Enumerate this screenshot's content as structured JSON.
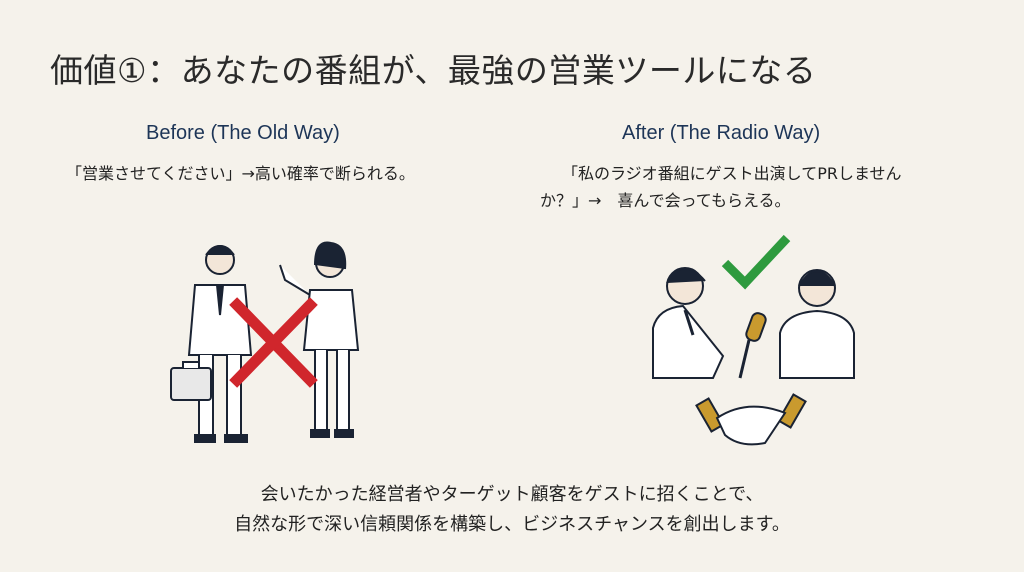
{
  "title": "価値①：あなたの番組が、最強の営業ツールになる",
  "before": {
    "heading": "Before (The Old Way)",
    "text": "「営業させてください」→高い確率で断られる。"
  },
  "after": {
    "heading": "After (The Radio Way)",
    "text_line1": "「私のラジオ番組にゲスト出演してPRしません",
    "text_line2": "か？」→　喜んで会ってもらえる。"
  },
  "footer": {
    "line1": "会いたかった経営者やターゲット顧客をゲストに招くことで、",
    "line2": "自然な形で深い信頼関係を構築し、ビジネスチャンスを創出します。"
  },
  "colors": {
    "heading": "#1d3557",
    "cross": "#d0262c",
    "check": "#2e9a3e",
    "background": "#f5f2eb"
  }
}
